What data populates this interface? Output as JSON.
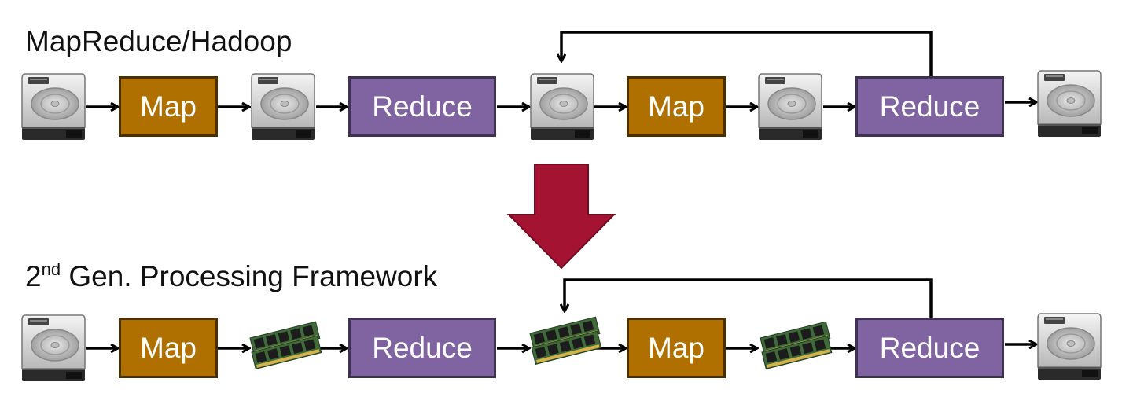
{
  "diagram": {
    "top": {
      "title": "MapReduce/Hadoop",
      "stages": [
        "Map",
        "Reduce",
        "Map",
        "Reduce"
      ],
      "storage": [
        "disk",
        "disk",
        "disk",
        "disk",
        "disk"
      ]
    },
    "bottom": {
      "title_main": "2",
      "title_sup": "nd",
      "title_rest": " Gen. Processing Framework",
      "stages": [
        "Map",
        "Reduce",
        "Map",
        "Reduce"
      ],
      "storage": [
        "disk",
        "memory",
        "memory",
        "memory",
        "disk"
      ]
    },
    "transition_arrow": "down-arrow",
    "icons": {
      "disk": "hard-drive-icon",
      "memory": "ram-module-icon"
    },
    "colors": {
      "map": "#b07000",
      "reduce": "#8064a2",
      "transition_arrow": "#a51332",
      "connector": "#000000"
    }
  }
}
